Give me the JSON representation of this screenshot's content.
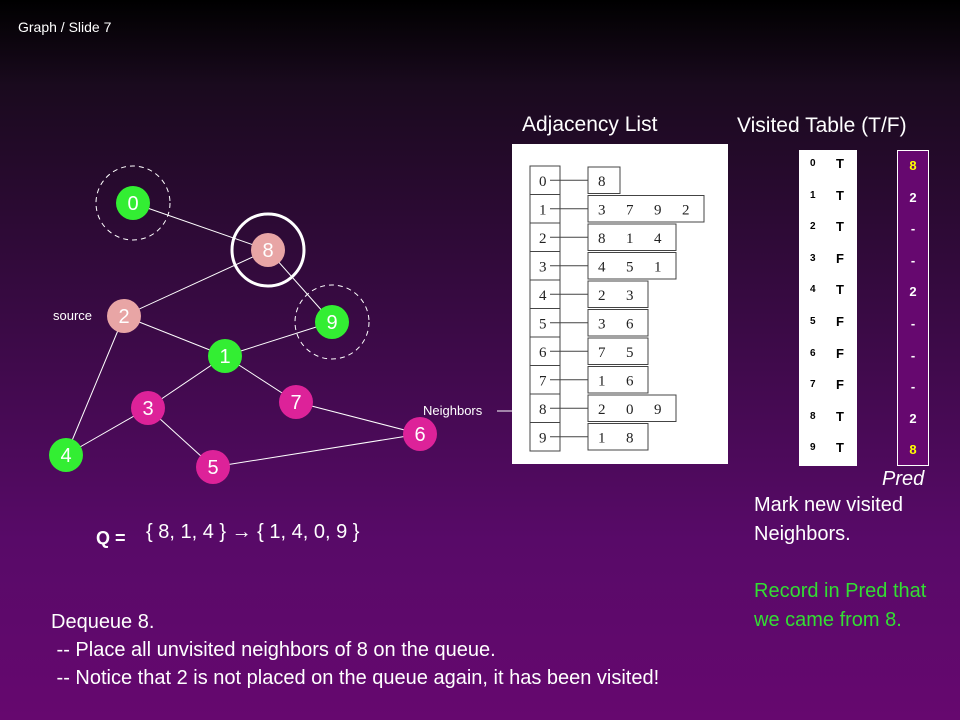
{
  "slide_label": "Graph / Slide 7",
  "adjacency_title": "Adjacency List",
  "visited_title": "Visited Table (T/F)",
  "graph": {
    "source_label": "source",
    "neighbors_label": "Neighbors",
    "nodes": [
      {
        "id": "0",
        "label": "0",
        "color": "#33ee33"
      },
      {
        "id": "1",
        "label": "1",
        "color": "#33ee33"
      },
      {
        "id": "2",
        "label": "2",
        "color": "#e8a5a5"
      },
      {
        "id": "3",
        "label": "3",
        "color": "#dd2299"
      },
      {
        "id": "4",
        "label": "4",
        "color": "#33ee33"
      },
      {
        "id": "5",
        "label": "5",
        "color": "#dd2299"
      },
      {
        "id": "6",
        "label": "6",
        "color": "#dd2299"
      },
      {
        "id": "7",
        "label": "7",
        "color": "#dd2299"
      },
      {
        "id": "8",
        "label": "8",
        "color": "#e8a5a5"
      },
      {
        "id": "9",
        "label": "9",
        "color": "#33ee33"
      }
    ],
    "edges": [
      [
        "0",
        "8"
      ],
      [
        "8",
        "2"
      ],
      [
        "8",
        "9"
      ],
      [
        "2",
        "1"
      ],
      [
        "2",
        "4"
      ],
      [
        "1",
        "9"
      ],
      [
        "1",
        "3"
      ],
      [
        "1",
        "7"
      ],
      [
        "3",
        "4"
      ],
      [
        "3",
        "5"
      ],
      [
        "7",
        "6"
      ],
      [
        "5",
        "6"
      ]
    ],
    "current_node": "8",
    "newly_visited": [
      "0",
      "9"
    ]
  },
  "adjacency_list": [
    {
      "vertex": "0",
      "neighbors": [
        "8"
      ]
    },
    {
      "vertex": "1",
      "neighbors": [
        "3",
        "7",
        "9",
        "2"
      ]
    },
    {
      "vertex": "2",
      "neighbors": [
        "8",
        "1",
        "4"
      ]
    },
    {
      "vertex": "3",
      "neighbors": [
        "4",
        "5",
        "1"
      ]
    },
    {
      "vertex": "4",
      "neighbors": [
        "2",
        "3"
      ]
    },
    {
      "vertex": "5",
      "neighbors": [
        "3",
        "6"
      ]
    },
    {
      "vertex": "6",
      "neighbors": [
        "7",
        "5"
      ]
    },
    {
      "vertex": "7",
      "neighbors": [
        "1",
        "6"
      ]
    },
    {
      "vertex": "8",
      "neighbors": [
        "2",
        "0",
        "9"
      ]
    },
    {
      "vertex": "9",
      "neighbors": [
        "1",
        "8"
      ]
    }
  ],
  "visited_table": [
    {
      "index": "0",
      "value": "T"
    },
    {
      "index": "1",
      "value": "T"
    },
    {
      "index": "2",
      "value": "T"
    },
    {
      "index": "3",
      "value": "F"
    },
    {
      "index": "4",
      "value": "T"
    },
    {
      "index": "5",
      "value": "F"
    },
    {
      "index": "6",
      "value": "F"
    },
    {
      "index": "7",
      "value": "F"
    },
    {
      "index": "8",
      "value": "T"
    },
    {
      "index": "9",
      "value": "T"
    }
  ],
  "pred_table": [
    {
      "value": "8",
      "highlight": true
    },
    {
      "value": "2",
      "highlight": false
    },
    {
      "value": "-",
      "highlight": false
    },
    {
      "value": "-",
      "highlight": false
    },
    {
      "value": "2",
      "highlight": false
    },
    {
      "value": "-",
      "highlight": false
    },
    {
      "value": "-",
      "highlight": false
    },
    {
      "value": "-",
      "highlight": false
    },
    {
      "value": "2",
      "highlight": false
    },
    {
      "value": "8",
      "highlight": true
    }
  ],
  "pred_label": "Pred",
  "mark_text": "Mark new visited Neighbors.",
  "record_text": "Record in Pred that we came from 8.",
  "queue_label": "Q =",
  "queue_value": "{  8, 1, 4 } → { 1, 4, 0, 9 }",
  "step_lines": [
    "Dequeue 8.",
    " -- Place all unvisited neighbors of 8 on the queue.",
    " -- Notice that 2 is not placed on the queue again, it has been visited!"
  ],
  "colors": {
    "visited_green": "#33ee33",
    "record_green": "#33dd33",
    "pred_highlight": "#ffff00",
    "node_magenta": "#dd2299",
    "node_pink": "#e8a5a5"
  }
}
